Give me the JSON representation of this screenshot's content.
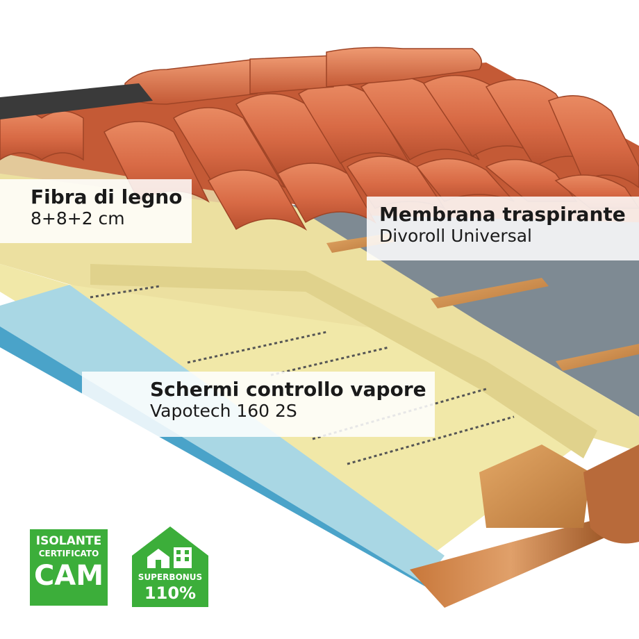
{
  "labels": {
    "fibra": {
      "title": "Fibra di legno",
      "sub": "8+8+2 cm"
    },
    "membrana": {
      "title": "Membrana traspirante",
      "sub": "Divoroll Universal"
    },
    "schermi": {
      "title": "Schermi controllo vapore",
      "sub": "Vapotech 160 2S"
    }
  },
  "badges": {
    "cam": {
      "line1": "ISOLANTE",
      "line2": "CERTIFICATO",
      "line3": "CAM"
    },
    "superbonus": {
      "line1": "SUPERBONUS",
      "line2": "110%"
    }
  },
  "colors": {
    "tile": "#d86a45",
    "tile_dark": "#b8502f",
    "fiber": "#eee4a8",
    "vapor": "#a9d7e4",
    "membrane": "#7e8a93",
    "wood": "#c98a4a",
    "badge_green": "#3cae3a"
  }
}
